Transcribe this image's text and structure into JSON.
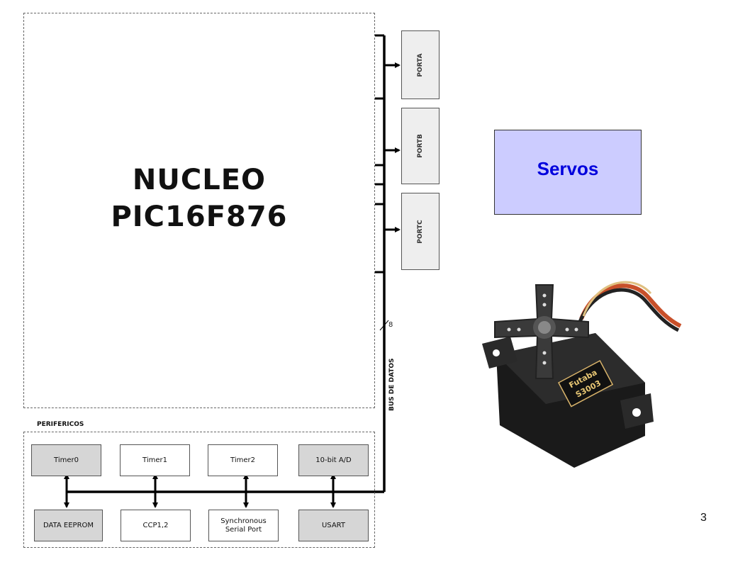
{
  "core": {
    "title_line1": "NUCLEO",
    "title_line2": "PIC16F876"
  },
  "ports": [
    {
      "label": "PORTA"
    },
    {
      "label": "PORTB"
    },
    {
      "label": "PORTC"
    }
  ],
  "bus": {
    "label": "BUS DE DATOS",
    "width": "8"
  },
  "peripherals": {
    "title": "PERIFERICOS",
    "top_row": [
      "Timer0",
      "Timer1",
      "Timer2",
      "10-bit A/D"
    ],
    "bottom_row": [
      "DATA EEPROM",
      "CCP1,2",
      "Synchronous\nSerial Port",
      "USART"
    ]
  },
  "servos_box": {
    "label": "Servos"
  },
  "servo_photo": {
    "brand_label": "Futaba",
    "model_label": "S3003"
  },
  "page_number": "3",
  "colors": {
    "servos_bg": "#ccccff",
    "servos_text": "#0000dd",
    "gray_box": "#d6d6d6",
    "port_bg": "#eeeeee"
  }
}
